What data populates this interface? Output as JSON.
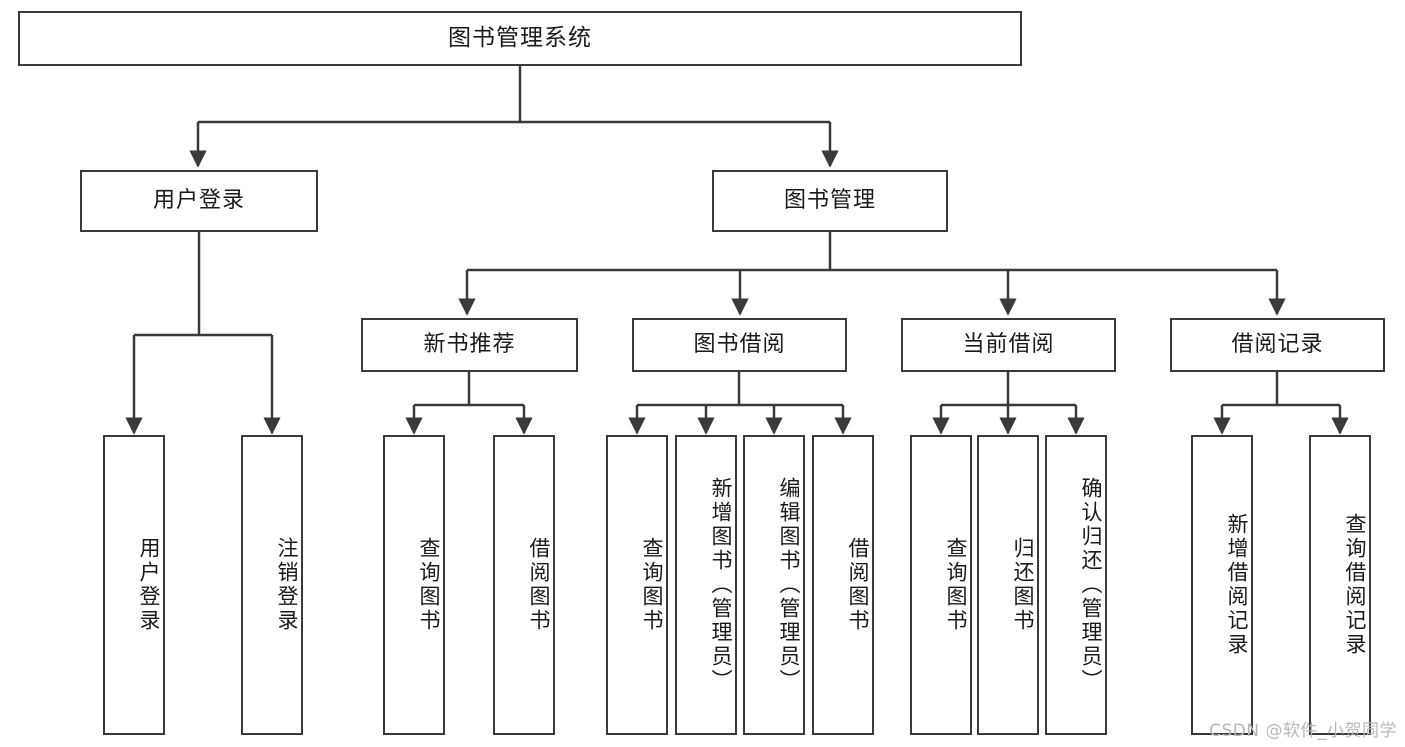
{
  "diagram": {
    "title": "图书管理系统",
    "type": "tree-hierarchy-chart",
    "watermark": "CSDN @软件_小贺同学",
    "colors": {
      "box_border": "#3a3a3a",
      "box_fill": "#ffffff",
      "connector": "#3a3a3a",
      "text": "#1a1a1a",
      "background": "#ffffff",
      "watermark": "#b8b8b8"
    },
    "levels": {
      "root": {
        "label": "图书管理系统"
      },
      "level2": [
        {
          "label": "用户登录"
        },
        {
          "label": "图书管理"
        }
      ],
      "level3": [
        {
          "label": "新书推荐"
        },
        {
          "label": "图书借阅"
        },
        {
          "label": "当前借阅"
        },
        {
          "label": "借阅记录"
        }
      ],
      "leaves": {
        "user_login": [
          {
            "label": "用户登录"
          },
          {
            "label": "注销登录"
          }
        ],
        "new_book_recommend": [
          {
            "label": "查询图书"
          },
          {
            "label": "借阅图书"
          }
        ],
        "book_borrow": [
          {
            "label": "查询图书"
          },
          {
            "label": "新增图书（管理员）"
          },
          {
            "label": "编辑图书（管理员）"
          },
          {
            "label": "借阅图书"
          }
        ],
        "current_borrow": [
          {
            "label": "查询图书"
          },
          {
            "label": "归还图书"
          },
          {
            "label": "确认归还（管理员）"
          }
        ],
        "borrow_record": [
          {
            "label": "新增借阅记录"
          },
          {
            "label": "查询借阅记录"
          }
        ]
      }
    }
  }
}
